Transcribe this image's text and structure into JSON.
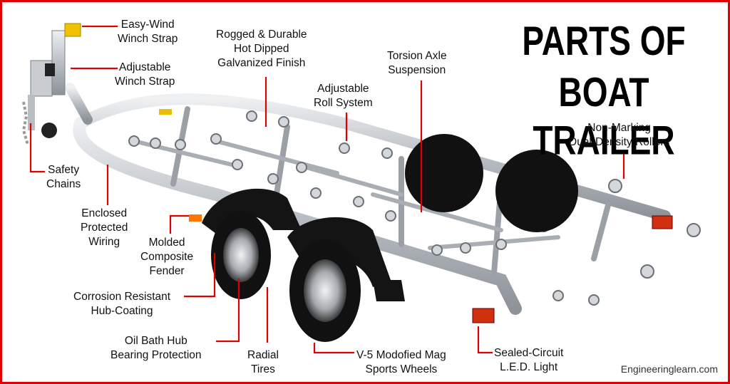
{
  "title": {
    "line1": "PARTS OF",
    "line2": "BOAT TRAILER"
  },
  "labels": {
    "easy_wind": {
      "line1": "Easy-Wind",
      "line2": "Winch Strap"
    },
    "adjustable_winch": {
      "line1": "Adjustable",
      "line2": "Winch Strap"
    },
    "galvanized": {
      "line1": "Rogged & Durable",
      "line2": "Hot Dipped",
      "line3": "Galvanized Finish"
    },
    "torsion": {
      "line1": "Torsion Axle",
      "line2": "Suspension"
    },
    "roll_system": {
      "line1": "Adjustable",
      "line2": "Roll System"
    },
    "rollers": {
      "line1": "Non-Marking",
      "line2": "Dual-Density Rollers"
    },
    "safety_chains": {
      "line1": "Safety",
      "line2": "Chains"
    },
    "wiring": {
      "line1": "Enclosed",
      "line2": "Protected",
      "line3": "Wiring"
    },
    "fender": {
      "line1": "Molded",
      "line2": "Composite",
      "line3": "Fender"
    },
    "hub_coating": {
      "line1": "Corrosion Resistant",
      "line2": "Hub-Coating"
    },
    "bearing": {
      "line1": "Oil Bath Hub",
      "line2": "Bearing Protection"
    },
    "tires": {
      "line1": "Radial",
      "line2": "Tires"
    },
    "wheels": {
      "line1": "V-5 Modofied Mag",
      "line2": "Sports Wheels"
    },
    "led": {
      "line1": "Sealed-Circuit",
      "line2": "L.E.D. Light"
    }
  },
  "watermark": "Engineeringlearn.com",
  "colors": {
    "border": "#e00000",
    "leader": "#e00000",
    "frame": "#c9ccd0",
    "tire": "#111111"
  }
}
